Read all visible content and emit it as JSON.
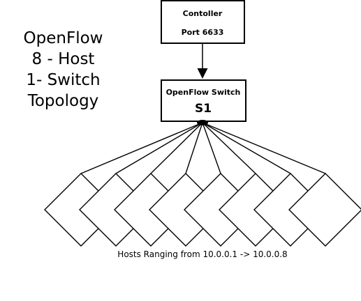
{
  "title": {
    "lines": [
      "OpenFlow",
      "8 - Host",
      "1- Switch",
      "Topology"
    ]
  },
  "controller": {
    "label": "Contoller",
    "port": "Port 6633"
  },
  "switch": {
    "label": "OpenFlow Switch",
    "name": "S1"
  },
  "hosts": {
    "count": 8,
    "caption": "Hosts Ranging from 10.0.0.1 -> 10.0.0.8"
  }
}
